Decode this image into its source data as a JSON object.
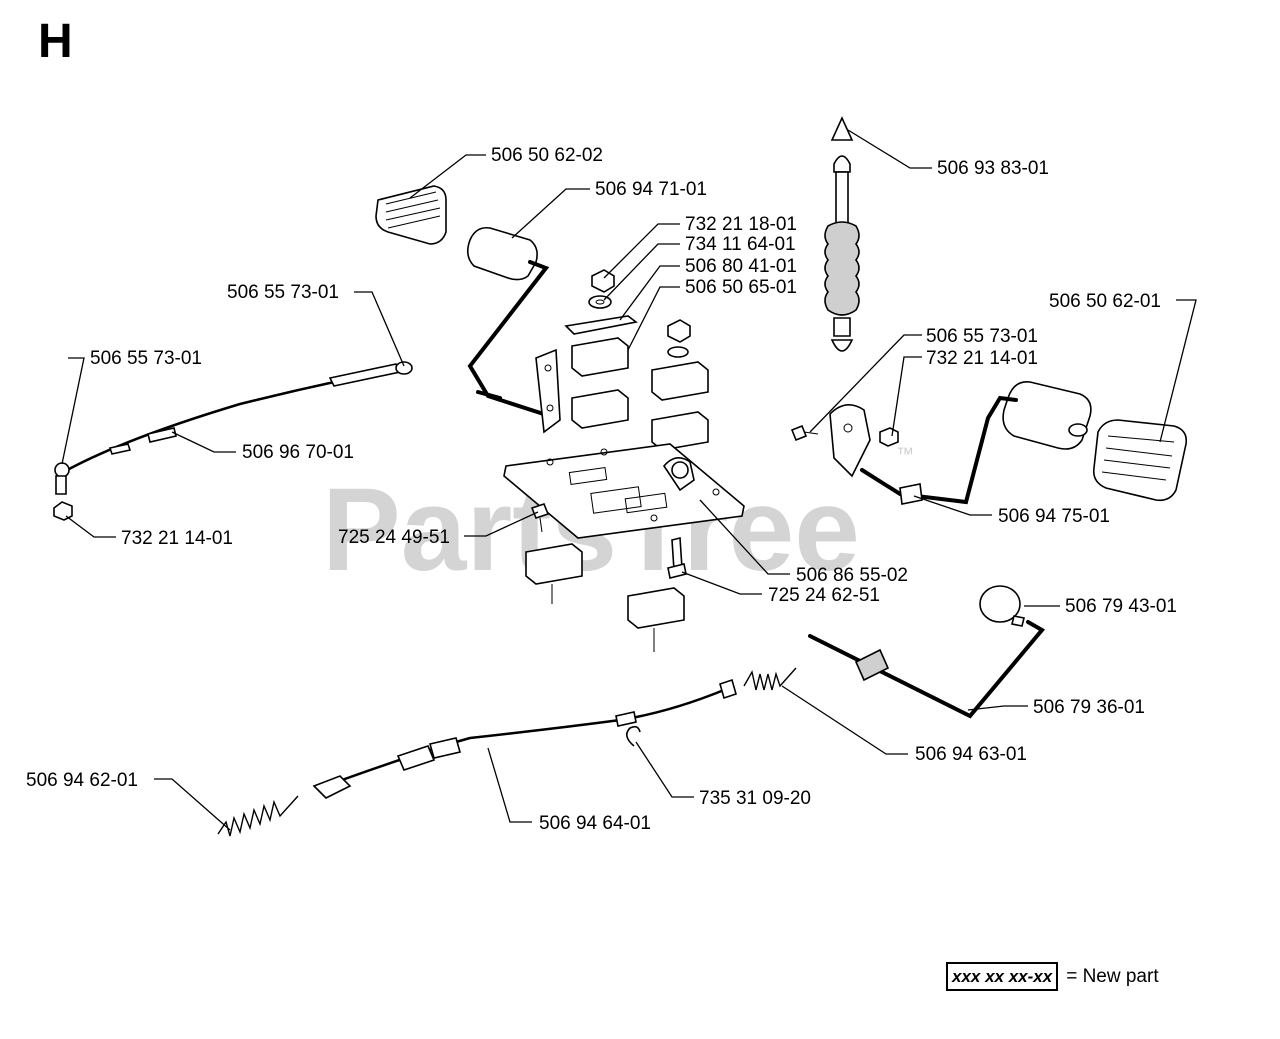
{
  "section_letter": "H",
  "watermark": {
    "text": "PartsTree",
    "tm": "™"
  },
  "legend": {
    "box_text": "xxx xx xx-xx",
    "text": "= New part"
  },
  "labels": {
    "l1": "506 50 62-02",
    "l2": "506 94 71-01",
    "l3": "732 21 18-01",
    "l4": "734 11 64-01",
    "l5": "506 80 41-01",
    "l6": "506 50 65-01",
    "l7": "506 93 83-01",
    "l8": "506 50 62-01",
    "l9": "506 55 73-01",
    "l10": "732 21 14-01",
    "l11": "506 55 73-01",
    "l12": "506 55 73-01",
    "l13": "506 96 70-01",
    "l14": "732 21 14-01",
    "l15": "725 24 49-51",
    "l16": "506 86 55-02",
    "l17": "725 24 62-51",
    "l18": "506 94 75-01",
    "l19": "506 79 43-01",
    "l20": "506 79 36-01",
    "l21": "506 94 63-01",
    "l22": "506 94 62-01",
    "l23": "735 31 09-20",
    "l24": "506 94 64-01"
  }
}
